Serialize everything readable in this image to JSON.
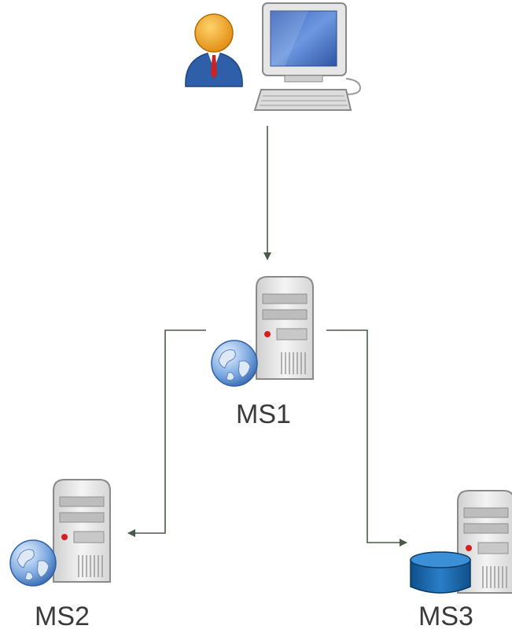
{
  "diagram": {
    "nodes": [
      {
        "id": "client",
        "icons": [
          "user-icon",
          "desktop-computer-icon"
        ]
      },
      {
        "id": "ms1",
        "label": "MS1",
        "icons": [
          "server-icon",
          "globe-icon"
        ]
      },
      {
        "id": "ms2",
        "label": "MS2",
        "icons": [
          "server-icon",
          "globe-icon"
        ]
      },
      {
        "id": "ms3",
        "label": "MS3",
        "icons": [
          "server-icon",
          "database-icon"
        ]
      }
    ],
    "edges": [
      {
        "from": "client",
        "to": "ms1"
      },
      {
        "from": "ms1",
        "to": "ms2"
      },
      {
        "from": "ms1",
        "to": "ms3"
      }
    ]
  },
  "colors": {
    "connector": "#4a5a4a",
    "label": "#3a3a3a",
    "server_body": "#e8e8e8",
    "monitor_screen": "#4a78c8",
    "user_tie": "#cc2222",
    "database": "#1f6fb2"
  }
}
